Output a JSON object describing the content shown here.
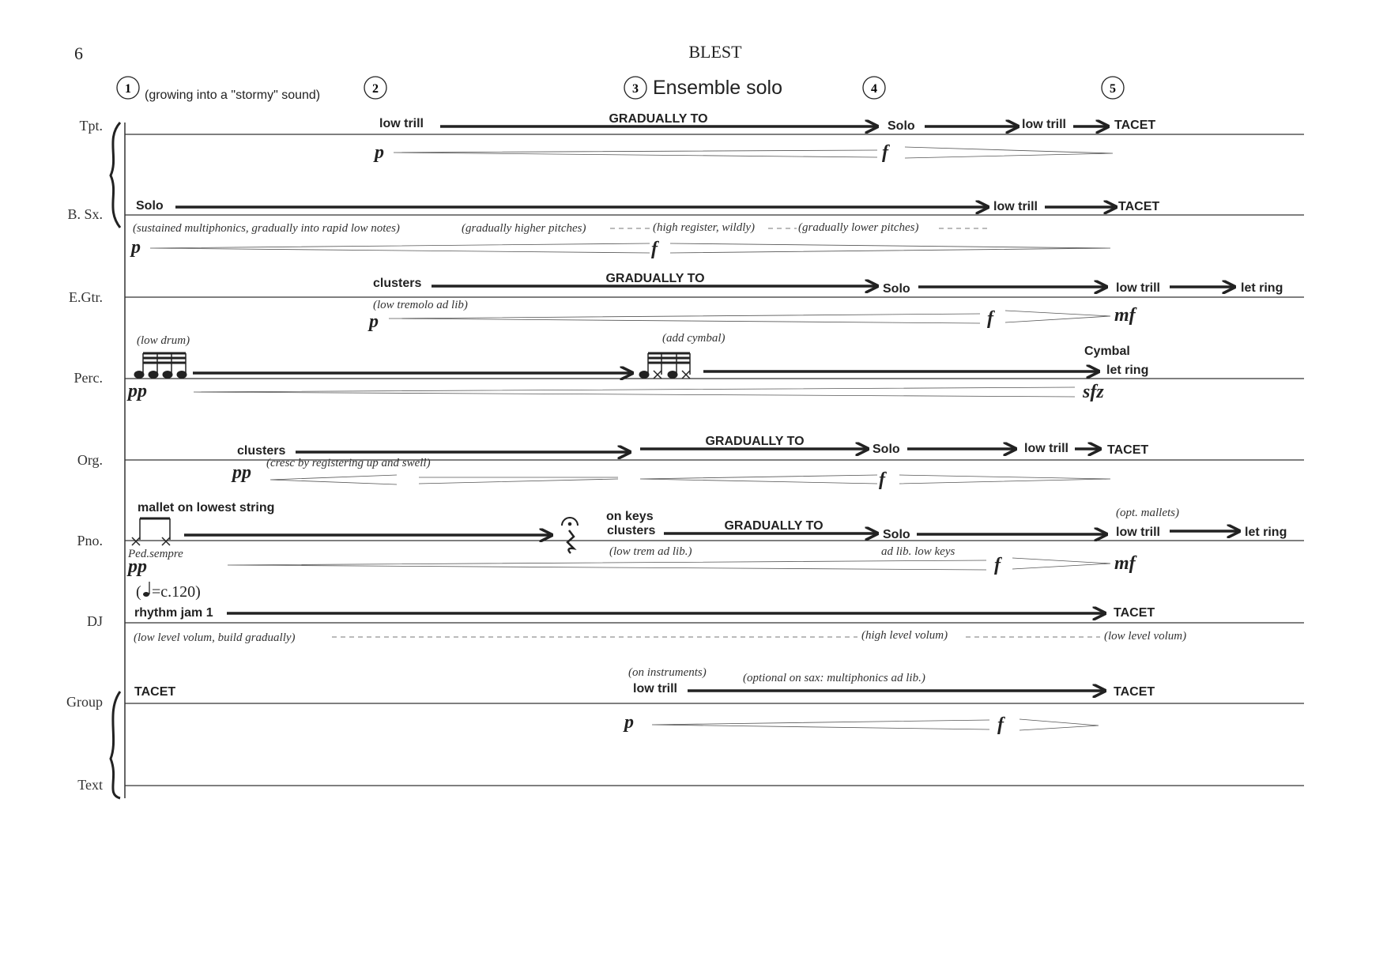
{
  "page": {
    "number": "6",
    "title": "BLEST"
  },
  "rehearsal": [
    {
      "num": "1",
      "text": "(growing into a \"stormy\" sound)"
    },
    {
      "num": "2",
      "text": ""
    },
    {
      "num": "3",
      "text": "Ensemble solo"
    },
    {
      "num": "4",
      "text": ""
    },
    {
      "num": "5",
      "text": ""
    }
  ],
  "instruments": [
    "Tpt.",
    "B. Sx.",
    "E.Gtr.",
    "Perc.",
    "Org.",
    "Pno.",
    "DJ",
    "Group",
    "Text"
  ],
  "tpt": {
    "low_trill": "low trill",
    "gradually": "GRADUALLY TO",
    "solo": "Solo",
    "low_trill2": "low trill",
    "tacet": "TACET",
    "p": "p",
    "f": "f"
  },
  "bsx": {
    "solo": "Solo",
    "low_trill": "low trill",
    "tacet": "TACET",
    "note1": "(sustained multiphonics, gradually into rapid low notes)",
    "note2": "(gradually higher pitches)",
    "note3": "(high register, wildly)",
    "note4": "(gradually lower pitches)",
    "p": "p",
    "f": "f"
  },
  "egtr": {
    "clusters": "clusters",
    "gradually": "GRADUALLY TO",
    "solo": "Solo",
    "low_trill": "low trill",
    "let_ring": "let ring",
    "note1": "(low tremolo ad lib)",
    "p": "p",
    "f": "f",
    "mf": "mf"
  },
  "perc": {
    "note1": "(low drum)",
    "note2": "(add cymbal)",
    "cymbal": "Cymbal",
    "let_ring": "let ring",
    "pp": "pp",
    "sfz": "sfz"
  },
  "org": {
    "clusters": "clusters",
    "gradually": "GRADUALLY TO",
    "solo": "Solo",
    "low_trill": "low trill",
    "tacet": "TACET",
    "note1": "(cresc by registering up and swell)",
    "pp": "pp",
    "f": "f"
  },
  "pno": {
    "mallet": "mallet on lowest string",
    "on_keys": "on keys",
    "clusters": "clusters",
    "gradually": "GRADUALLY TO",
    "solo": "Solo",
    "opt_mallets": "(opt. mallets)",
    "low_trill": "low trill",
    "let_ring": "let ring",
    "ped": "Ped.sempre",
    "note1": "(low trem ad lib.)",
    "note2": "ad lib. low keys",
    "pp": "pp",
    "f": "f",
    "mf": "mf"
  },
  "dj": {
    "tempo_open": "(",
    "tempo_rest": "=c.120)",
    "rhythm": "rhythm jam 1",
    "tacet": "TACET",
    "note1": "(low level volum, build gradually)",
    "note2": "(high level volum)",
    "note3": "(low level volum)"
  },
  "group": {
    "tacet1": "TACET",
    "note1": "(on instruments)",
    "low_trill": "low trill",
    "note2": "(optional on sax: multiphonics ad lib.)",
    "tacet2": "TACET",
    "p": "p",
    "f": "f"
  }
}
